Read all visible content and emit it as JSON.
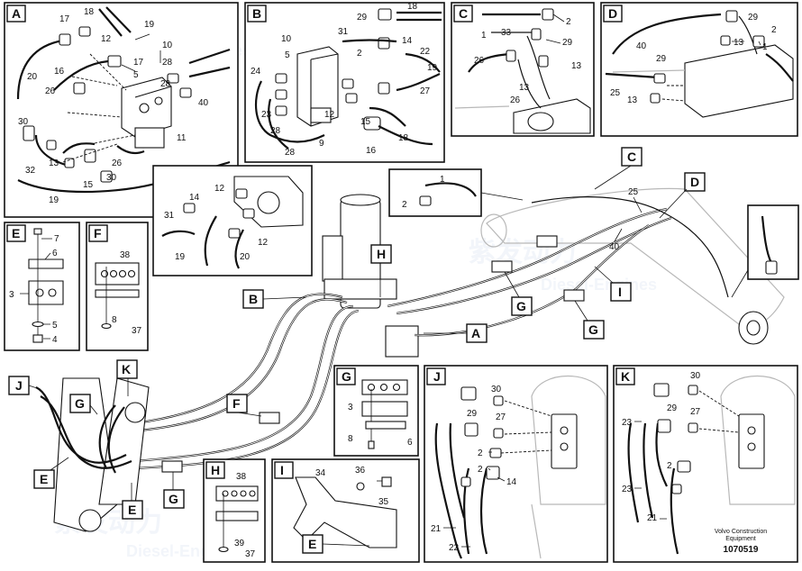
{
  "panels": {
    "A": {
      "label": "A",
      "callouts": [
        "17",
        "18",
        "19",
        "12",
        "17",
        "10",
        "5",
        "28",
        "20",
        "16",
        "26",
        "28",
        "40",
        "30",
        "11",
        "13",
        "32",
        "15",
        "26",
        "30",
        "19"
      ]
    },
    "B": {
      "label": "B",
      "callouts": [
        "29",
        "18",
        "31",
        "10",
        "14",
        "5",
        "2",
        "22",
        "24",
        "19",
        "27",
        "23",
        "12",
        "15",
        "28",
        "9",
        "16",
        "18",
        "28"
      ]
    },
    "C": {
      "label": "C",
      "callouts": [
        "2",
        "1",
        "33",
        "29",
        "26",
        "13",
        "13",
        "26"
      ]
    },
    "D": {
      "label": "D",
      "callouts": [
        "29",
        "2",
        "40",
        "13",
        "1",
        "29",
        "25",
        "13"
      ]
    },
    "E": {
      "label": "E",
      "callouts": [
        "7",
        "6",
        "3",
        "5",
        "4"
      ]
    },
    "F": {
      "label": "F",
      "callouts": [
        "38",
        "8",
        "37"
      ]
    },
    "G": {
      "label": "G",
      "callouts": [
        "3",
        "8",
        "6"
      ]
    },
    "H": {
      "label": "H",
      "callouts": [
        "38",
        "39",
        "37"
      ]
    },
    "I": {
      "label": "I",
      "callouts": [
        "34",
        "36",
        "35"
      ]
    },
    "J": {
      "label": "J",
      "callouts": [
        "30",
        "29",
        "27",
        "2",
        "2",
        "14",
        "21",
        "22"
      ]
    },
    "K": {
      "label": "K",
      "callouts": [
        "30",
        "29",
        "27",
        "23",
        "2",
        "23",
        "21"
      ]
    }
  },
  "detail_inset_callouts": [
    "14",
    "12",
    "31",
    "12",
    "19",
    "20"
  ],
  "detail_c_callouts": [
    "1",
    "2"
  ],
  "overview_callouts": [
    "25",
    "40"
  ],
  "overview_labels": [
    "C",
    "D",
    "H",
    "B",
    "G",
    "I",
    "G",
    "A",
    "J",
    "G",
    "K",
    "F",
    "E",
    "E",
    "G"
  ],
  "footer": {
    "brand_line1": "Volvo Construction",
    "brand_line2": "Equipment",
    "doc_id": "1070519"
  },
  "watermark": {
    "cn": "紫发动力",
    "en": "Diesel-Engines"
  }
}
